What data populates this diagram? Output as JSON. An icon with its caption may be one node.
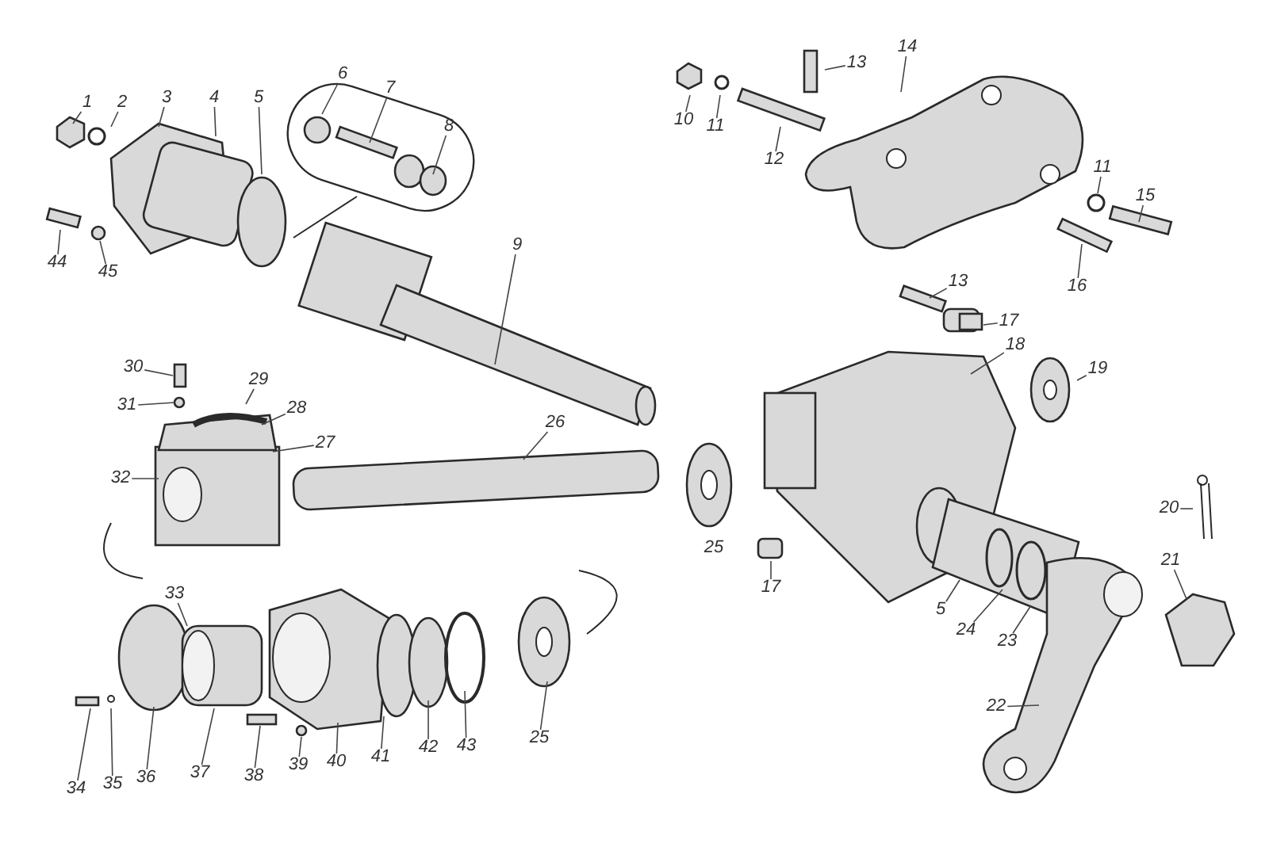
{
  "diagram": {
    "nodes": [
      {
        "text": [
          "14"
        ]
      },
      {
        "text": [
          "13"
        ]
      },
      {
        "text": [
          "6"
        ]
      },
      {
        "text": [
          "1"
        ]
      },
      {
        "text": [
          "2"
        ]
      },
      {
        "text": [
          "3"
        ]
      },
      {
        "text": [
          "4"
        ]
      },
      {
        "text": [
          "5"
        ]
      },
      {
        "text": [
          "7"
        ]
      },
      {
        "text": [
          "10"
        ]
      },
      {
        "text": [
          "11"
        ]
      },
      {
        "text": [
          "8"
        ]
      },
      {
        "text": [
          "12"
        ]
      },
      {
        "text": [
          "11"
        ]
      },
      {
        "text": [
          "15"
        ]
      },
      {
        "text": [
          "9"
        ]
      },
      {
        "text": [
          "44"
        ]
      },
      {
        "text": [
          "45"
        ]
      },
      {
        "text": [
          "16"
        ]
      },
      {
        "text": [
          "13"
        ]
      },
      {
        "text": [
          "17"
        ]
      },
      {
        "text": [
          "18"
        ]
      },
      {
        "text": [
          "19"
        ]
      },
      {
        "text": [
          "30"
        ]
      },
      {
        "text": [
          "29"
        ]
      },
      {
        "text": [
          "31"
        ]
      },
      {
        "text": [
          "28"
        ]
      },
      {
        "text": [
          "26"
        ]
      },
      {
        "text": [
          "27"
        ]
      },
      {
        "text": [
          "32"
        ]
      },
      {
        "text": [
          "20"
        ]
      },
      {
        "text": [
          "21"
        ]
      },
      {
        "text": [
          "17"
        ]
      },
      {
        "text": [
          "33"
        ]
      },
      {
        "text": [
          "5"
        ]
      },
      {
        "text": [
          "24"
        ]
      },
      {
        "text": [
          "23"
        ]
      },
      {
        "text": [
          "22"
        ]
      },
      {
        "text": [
          "25"
        ]
      },
      {
        "text": [
          "43"
        ]
      },
      {
        "text": [
          "42"
        ]
      },
      {
        "text": [
          "41"
        ]
      },
      {
        "text": [
          "40"
        ]
      },
      {
        "text": [
          "39"
        ]
      },
      {
        "text": [
          "38"
        ]
      },
      {
        "text": [
          "37"
        ]
      },
      {
        "text": [
          "36"
        ]
      },
      {
        "text": [
          "35"
        ]
      },
      {
        "text": [
          "34"
        ]
      }
    ],
    "edges": [
      {
        "from": 0,
        "to": null,
        "arrow": "none"
      },
      {
        "from": 1,
        "to": null,
        "arrow": "none"
      },
      {
        "from": 2,
        "to": null,
        "arrow": "none"
      },
      {
        "from": 3,
        "to": null,
        "arrow": "none"
      },
      {
        "from": 4,
        "to": null,
        "arrow": "none"
      },
      {
        "from": 5,
        "to": null,
        "arrow": "none"
      },
      {
        "from": 6,
        "to": null,
        "arrow": "none"
      },
      {
        "from": 7,
        "to": null,
        "arrow": "none"
      },
      {
        "from": 8,
        "to": null,
        "arrow": "none"
      },
      {
        "from": 9,
        "to": null,
        "arrow": "none"
      },
      {
        "from": 10,
        "to": null,
        "arrow": "none"
      },
      {
        "from": 11,
        "to": null,
        "arrow": "none"
      },
      {
        "from": 12,
        "to": null,
        "arrow": "none"
      },
      {
        "from": 13,
        "to": null,
        "arrow": "none"
      },
      {
        "from": 14,
        "to": null,
        "arrow": "none"
      },
      {
        "from": 15,
        "to": null,
        "arrow": "none"
      },
      {
        "from": 16,
        "to": null,
        "arrow": "none"
      },
      {
        "from": 17,
        "to": null,
        "arrow": "none"
      },
      {
        "from": 18,
        "to": null,
        "arrow": "none"
      },
      {
        "from": 19,
        "to": null,
        "arrow": "none"
      },
      {
        "from": 20,
        "to": null,
        "arrow": "none"
      },
      {
        "from": 21,
        "to": null,
        "arrow": "none"
      },
      {
        "from": 22,
        "to": null,
        "arrow": "none"
      },
      {
        "from": 23,
        "to": null,
        "arrow": "none"
      },
      {
        "from": 24,
        "to": null,
        "arrow": "none"
      },
      {
        "from": 25,
        "to": null,
        "arrow": "none"
      },
      {
        "from": 26,
        "to": null,
        "arrow": "none"
      },
      {
        "from": 27,
        "to": null,
        "arrow": "none"
      },
      {
        "from": 28,
        "to": null,
        "arrow": "none"
      },
      {
        "from": 29,
        "to": null,
        "arrow": "none"
      },
      {
        "from": 30,
        "to": null,
        "arrow": "none"
      },
      {
        "from": 31,
        "to": null,
        "arrow": "none"
      },
      {
        "from": 32,
        "to": null,
        "arrow": "none"
      },
      {
        "from": 33,
        "to": null,
        "arrow": "none"
      },
      {
        "from": 34,
        "to": null,
        "arrow": "none"
      },
      {
        "from": 35,
        "to": null,
        "arrow": "none"
      },
      {
        "from": 36,
        "to": null,
        "arrow": "none"
      },
      {
        "from": 37,
        "to": null,
        "arrow": "none"
      },
      {
        "from": 38,
        "to": null,
        "arrow": "none"
      },
      {
        "from": 39,
        "to": null,
        "arrow": "none"
      },
      {
        "from": 40,
        "to": null,
        "arrow": "none"
      },
      {
        "from": 41,
        "to": null,
        "arrow": "none"
      },
      {
        "from": 42,
        "to": null,
        "arrow": "none"
      },
      {
        "from": 43,
        "to": null,
        "arrow": "none"
      },
      {
        "from": 44,
        "to": null,
        "arrow": "none"
      },
      {
        "from": 45,
        "to": null,
        "arrow": "none"
      },
      {
        "from": 46,
        "to": null,
        "arrow": "none"
      },
      {
        "from": 47,
        "to": null,
        "arrow": "none"
      },
      {
        "from": 48,
        "to": null,
        "arrow": "none"
      }
    ],
    "labels": [
      "25"
    ]
  }
}
